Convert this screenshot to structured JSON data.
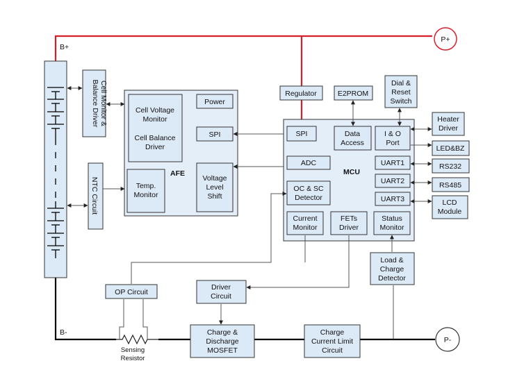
{
  "bus": {
    "bplus": "B+",
    "bminus": "B-"
  },
  "terminals": {
    "pplus": "P+",
    "pminus": "P-"
  },
  "cell_monitor": {
    "line1": "Cell Monitor &",
    "line2": "Balance Driver"
  },
  "ntc": {
    "label": "NTC Circuit"
  },
  "afe": {
    "title": "AFE",
    "cell_voltage": [
      "Cell Voltage",
      "Monitor"
    ],
    "cell_balance": [
      "Cell Balance",
      "Driver"
    ],
    "power": "Power",
    "spi": "SPI",
    "temp": [
      "Temp.",
      "Monitor"
    ],
    "level_shift": [
      "Voltage",
      "Level",
      "Shift"
    ]
  },
  "mcu": {
    "title": "MCU",
    "spi": "SPI",
    "adc": "ADC",
    "oc_sc": [
      "OC & SC",
      "Detector"
    ],
    "current_monitor": [
      "Current",
      "Monitor"
    ],
    "fets_driver": [
      "FETs",
      "Driver"
    ],
    "status_monitor": [
      "Status",
      "Monitor"
    ],
    "data_access": [
      "Data",
      "Access"
    ],
    "io_port": [
      "I & O",
      "Port"
    ],
    "uart1": "UART1",
    "uart2": "UART2",
    "uart3": "UART3"
  },
  "regulator": "Regulator",
  "e2prom": "E2PROM",
  "dial": [
    "Dial &",
    "Reset",
    "Switch"
  ],
  "heater": [
    "Heater",
    "Driver"
  ],
  "led": "LED&BZ",
  "rs232": "RS232",
  "rs485": "RS485",
  "lcd": [
    "LCD",
    "Module"
  ],
  "load_charge": [
    "Load &",
    "Charge",
    "Detector"
  ],
  "op_circuit": "OP Circuit",
  "driver_circuit": [
    "Driver",
    "Circuit"
  ],
  "sensing": [
    "Sensing",
    "Resistor"
  ],
  "mosfet": [
    "Charge &",
    "Discharge",
    "MOSFET"
  ],
  "charge_limit": [
    "Charge",
    "Current Limit",
    "Circuit"
  ]
}
